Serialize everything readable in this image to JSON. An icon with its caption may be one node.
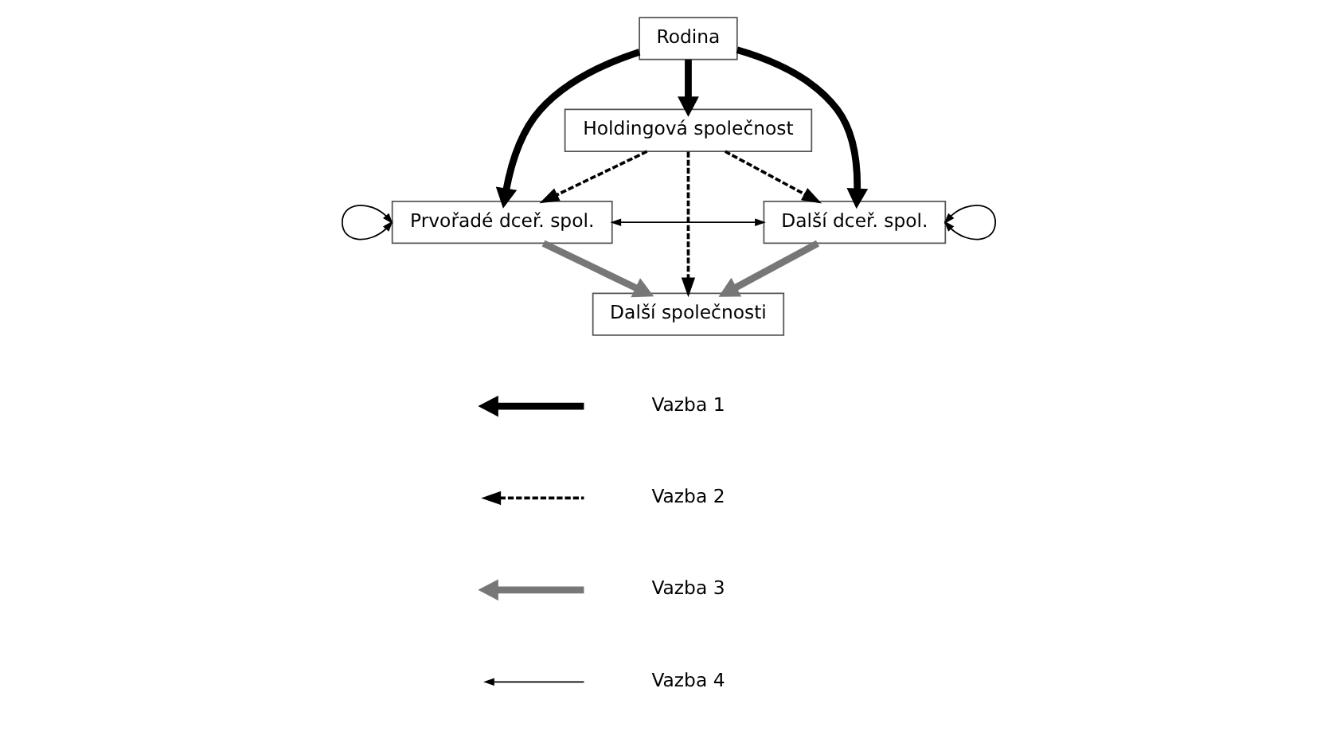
{
  "diagram": {
    "nodes": [
      {
        "text": [
          "Rodina"
        ]
      },
      {
        "text": [
          "Holdingová společnost"
        ]
      },
      {
        "text": [
          "Prvořadé dceř. spol."
        ]
      },
      {
        "text": [
          "Další dceř. spol."
        ]
      },
      {
        "text": [
          "Další společnosti"
        ]
      }
    ],
    "edges": [
      {
        "from": 0,
        "to": 1,
        "arrow": "to",
        "style": "thick"
      },
      {
        "from": 0,
        "to": 2,
        "arrow": "to",
        "style": "thick"
      },
      {
        "from": 0,
        "to": 3,
        "arrow": "to",
        "style": "thick"
      },
      {
        "from": 1,
        "to": 2,
        "arrow": "to",
        "style": "dashed"
      },
      {
        "from": 1,
        "to": 3,
        "arrow": "to",
        "style": "dashed"
      },
      {
        "from": 1,
        "to": 4,
        "arrow": "to",
        "style": "dashed"
      },
      {
        "from": 2,
        "to": 3,
        "arrow": "both"
      },
      {
        "from": 2,
        "to": 2,
        "arrow": "both"
      },
      {
        "from": 3,
        "to": 3,
        "arrow": "both"
      },
      {
        "from": 2,
        "to": 4,
        "arrow": "to",
        "style": "thick",
        "color": "#777777"
      },
      {
        "from": 3,
        "to": 4,
        "arrow": "to",
        "style": "thick",
        "color": "#777777"
      }
    ],
    "legend": [
      {
        "text": "Vazba 1"
      },
      {
        "text": "Vazba 2"
      },
      {
        "text": "Vazba 3"
      },
      {
        "text": "Vazba 4"
      }
    ]
  }
}
